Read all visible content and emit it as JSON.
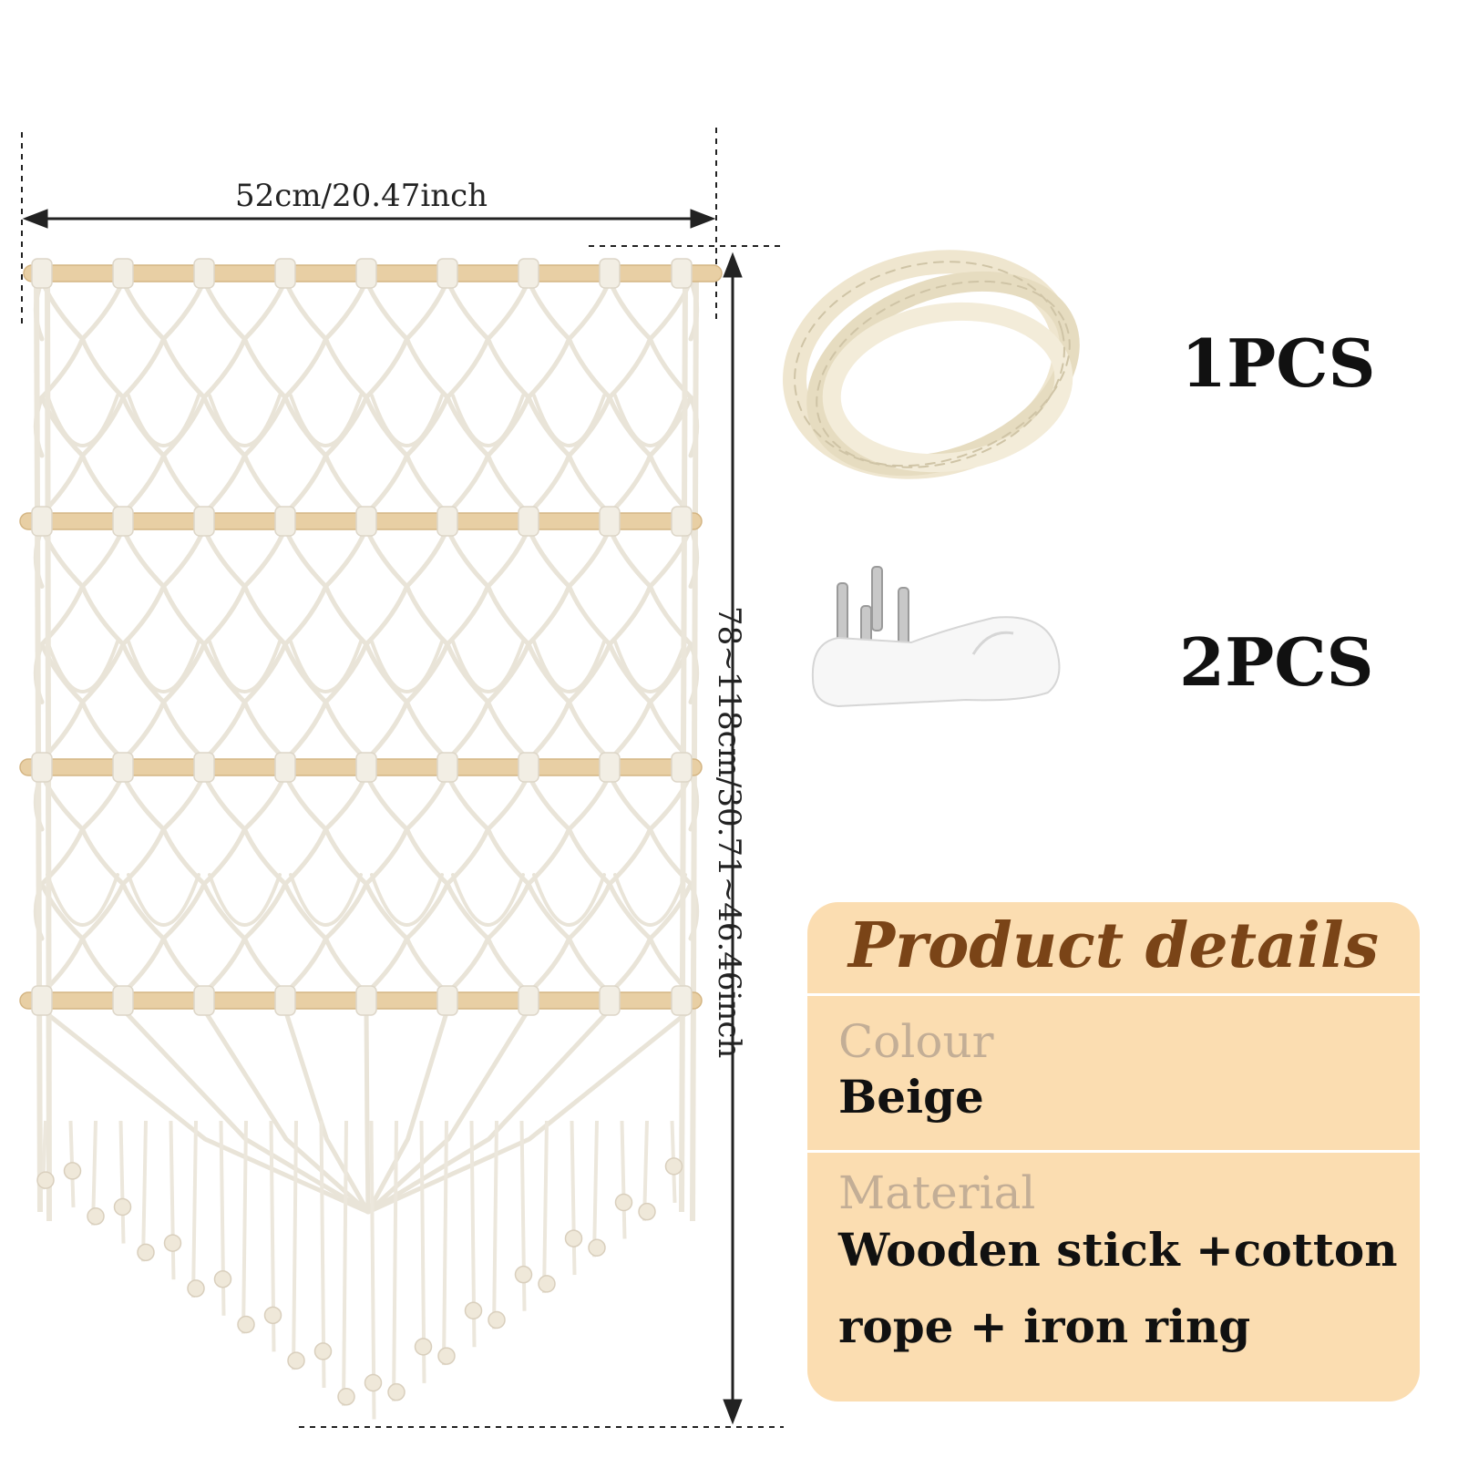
{
  "dimensions": {
    "width": "52cm/20.47inch",
    "height": "78~118cm/30.71~46.46inch"
  },
  "accessories": [
    {
      "icon": "rope-coil-icon",
      "quantity": "1PCS"
    },
    {
      "icon": "wall-hook-icon",
      "quantity": "2PCS"
    }
  ],
  "details": {
    "title": "Product details",
    "colour_label": "Colour",
    "colour_value": "Beige",
    "material_label": "Material",
    "material_value": "Wooden stick +cotton rope + iron ring"
  },
  "colors": {
    "panel": "#fbddb1",
    "title": "#7a4417",
    "label": "#c3ae96",
    "rope": "#f1ede3",
    "wood": "#e8cfa4"
  }
}
